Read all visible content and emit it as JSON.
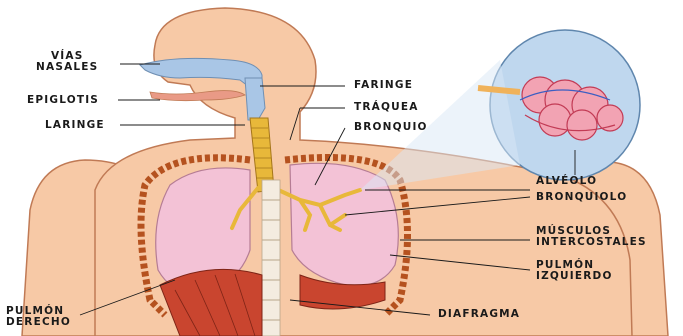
{
  "labels": {
    "vias_nasales": [
      "VÍAS",
      "NASALES"
    ],
    "epiglotis": "EPIGLOTIS",
    "laringe": "LARINGE",
    "faringe": "FARINGE",
    "traquea": "TRÁQUEA",
    "bronquio": "BRONQUIO",
    "alveolo": "ALVÉOLO",
    "bronquiolo": "BRONQUIOLO",
    "musculos_intercostales": [
      "MÚSCULOS",
      "INTERCOSTALES"
    ],
    "pulmon_izquierdo": [
      "PULMÓN",
      "IZQUIERDO"
    ],
    "pulmon_derecho": [
      "PULMÓN",
      "DERECHO"
    ],
    "diafragma": "DIAFRAGMA"
  },
  "colors": {
    "skin": "#f7c9a6",
    "skin_outline": "#c07a55",
    "airway": "#a9c6e6",
    "trachea": "#e8b83a",
    "lung": "#f3c2d6",
    "rib": "#b5521f",
    "muscle": "#c9452f",
    "spine": "#f4ece0",
    "diaphragm": "#b9402c",
    "magnifier": "#bfd7ee"
  }
}
